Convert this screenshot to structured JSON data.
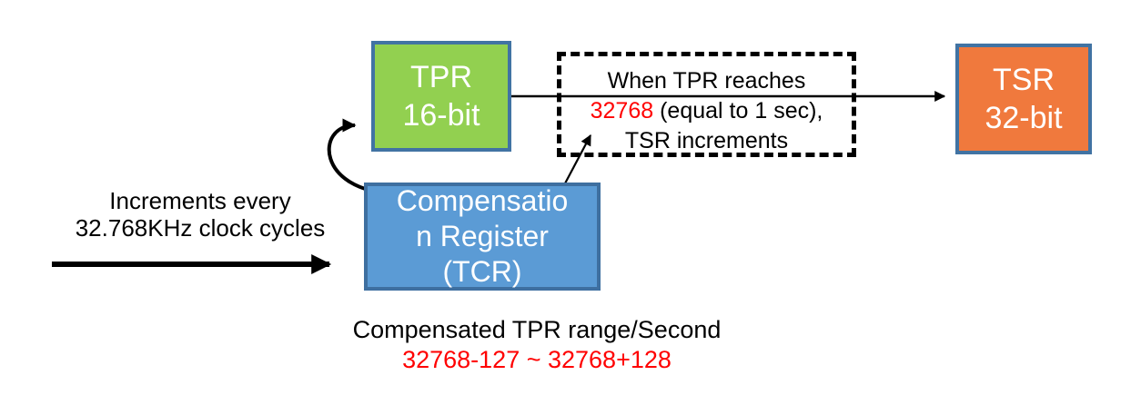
{
  "boxes": {
    "tpr": {
      "line1": "TPR",
      "line2": "16-bit"
    },
    "tsr": {
      "line1": "TSR",
      "line2": "32-bit"
    },
    "tcr": {
      "line1": "Compensatio",
      "line2": "n Register",
      "line3": "(TCR)"
    }
  },
  "dashed_note": {
    "line1": "When TPR reaches",
    "line2_red": "32768",
    "line2_rest": " (equal to 1 sec),",
    "line3": "TSR increments"
  },
  "clock_label": {
    "line1": "Increments every",
    "line2": "32.768KHz clock cycles"
  },
  "caption": {
    "line1": "Compensated TPR range/Second",
    "line2": "32768-127 ~ 32768+128"
  },
  "colors": {
    "tpr_fill": "#92D050",
    "tsr_fill": "#F0793D",
    "tcr_fill": "#5B9BD5",
    "box_border": "#4173A3",
    "highlight_red": "#FF0000",
    "arrow_black": "#000000",
    "background": "#FFFFFF"
  }
}
